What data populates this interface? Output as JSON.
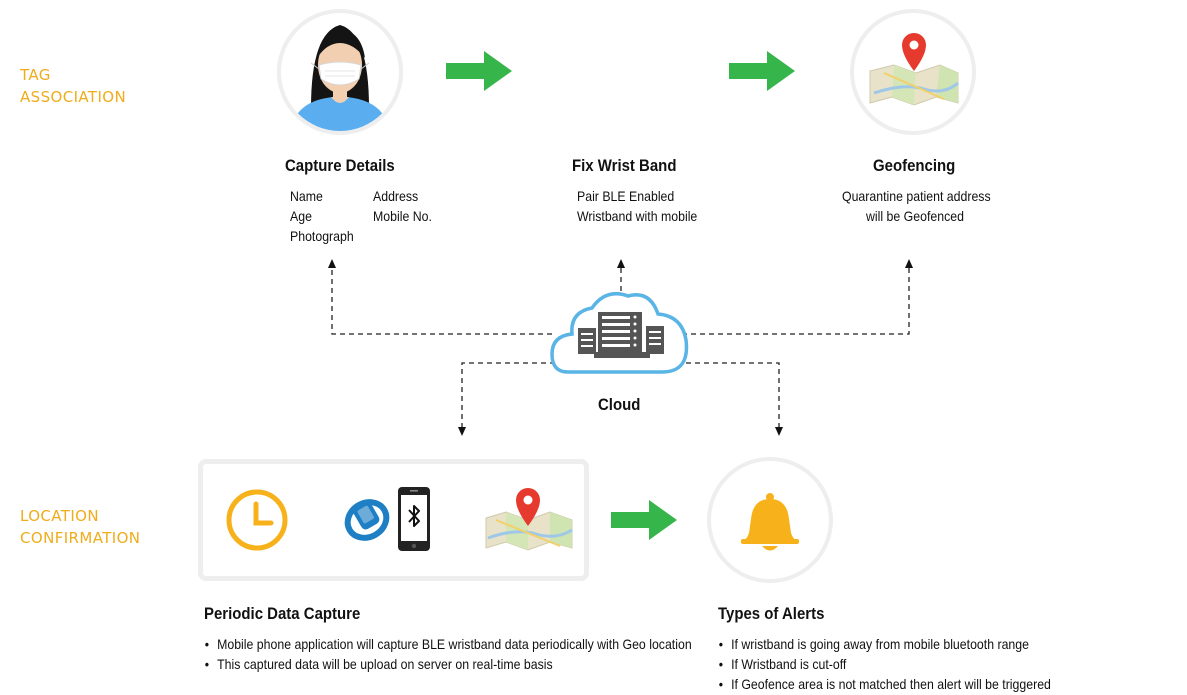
{
  "sections": {
    "tag_association": "TAG\nASSOCIATION",
    "location_confirmation": "LOCATION\nCONFIRMATION"
  },
  "steps": {
    "capture": {
      "title": "Capture Details",
      "fields_col1": [
        "Name",
        "Age",
        "Photograph"
      ],
      "fields_col2": [
        "Address",
        "Mobile No."
      ]
    },
    "wristband": {
      "title": "Fix Wrist Band",
      "line1": "Pair BLE Enabled",
      "line2": "Wristband with mobile"
    },
    "geofencing": {
      "title": "Geofencing",
      "line1": "Quarantine patient address",
      "line2": "will be Geofenced"
    }
  },
  "cloud": {
    "label": "Cloud"
  },
  "periodic": {
    "title": "Periodic Data Capture",
    "bullets": [
      "Mobile phone application will capture BLE wristband data periodically with Geo location",
      "This captured data will be upload on server on real-time basis"
    ]
  },
  "alerts": {
    "title": "Types of Alerts",
    "bullets": [
      "If wristband is going away from mobile bluetooth range",
      "If Wristband is cut-off",
      "If Geofence area is not matched then alert will be triggered"
    ]
  },
  "colors": {
    "accent_orange": "#f0ac1a",
    "arrow_green": "#35b54a",
    "cloud_blue": "#5ab4e5",
    "bell_yellow": "#f7b21b",
    "band_blue": "#1f7fc4",
    "pin_red": "#e63a2e"
  },
  "icons": [
    "person-masked-icon",
    "map-pin-icon",
    "cloud-server-icon",
    "clock-icon",
    "wristband-icon",
    "phone-bluetooth-icon",
    "bell-icon",
    "arrow-right-icon"
  ]
}
